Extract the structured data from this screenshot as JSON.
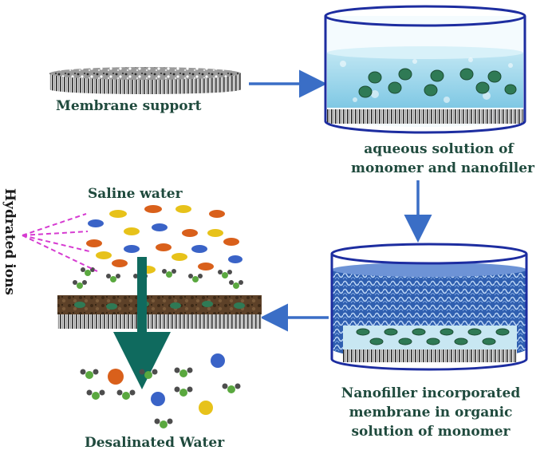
{
  "labels": {
    "membrane_support": "Membrane support",
    "aqueous_line1": "aqueous solution of",
    "aqueous_line2": "monomer and nanofiller",
    "nanofiller_line1": "Nanofiller incorporated",
    "nanofiller_line2": "membrane in organic",
    "nanofiller_line3": "solution of monomer",
    "saline_water": "Saline water",
    "hydrated_ions": "Hydrated ions",
    "desalinated_water": "Desalinated Water"
  },
  "colors": {
    "label_text": "#1f4a3d",
    "flow_arrow": "#3a6ec6",
    "permeate_arrow": "#0f6a5e",
    "ion_orange": "#d9601b",
    "ion_yellow": "#e7c21a",
    "ion_blue": "#3a63c7",
    "water_green": "#5aa83f",
    "water_gray": "#4d4d4d",
    "dashed_lines": "#d63bd1",
    "beaker_rim": "#1d2da0",
    "nanofiller": "#2f7a55"
  },
  "icons": {
    "support_disc": "membrane-support-disc-icon",
    "beaker_aqueous": "beaker-aqueous-icon",
    "beaker_organic": "beaker-organic-icon",
    "active_membrane": "nanocomposite-membrane-icon"
  }
}
